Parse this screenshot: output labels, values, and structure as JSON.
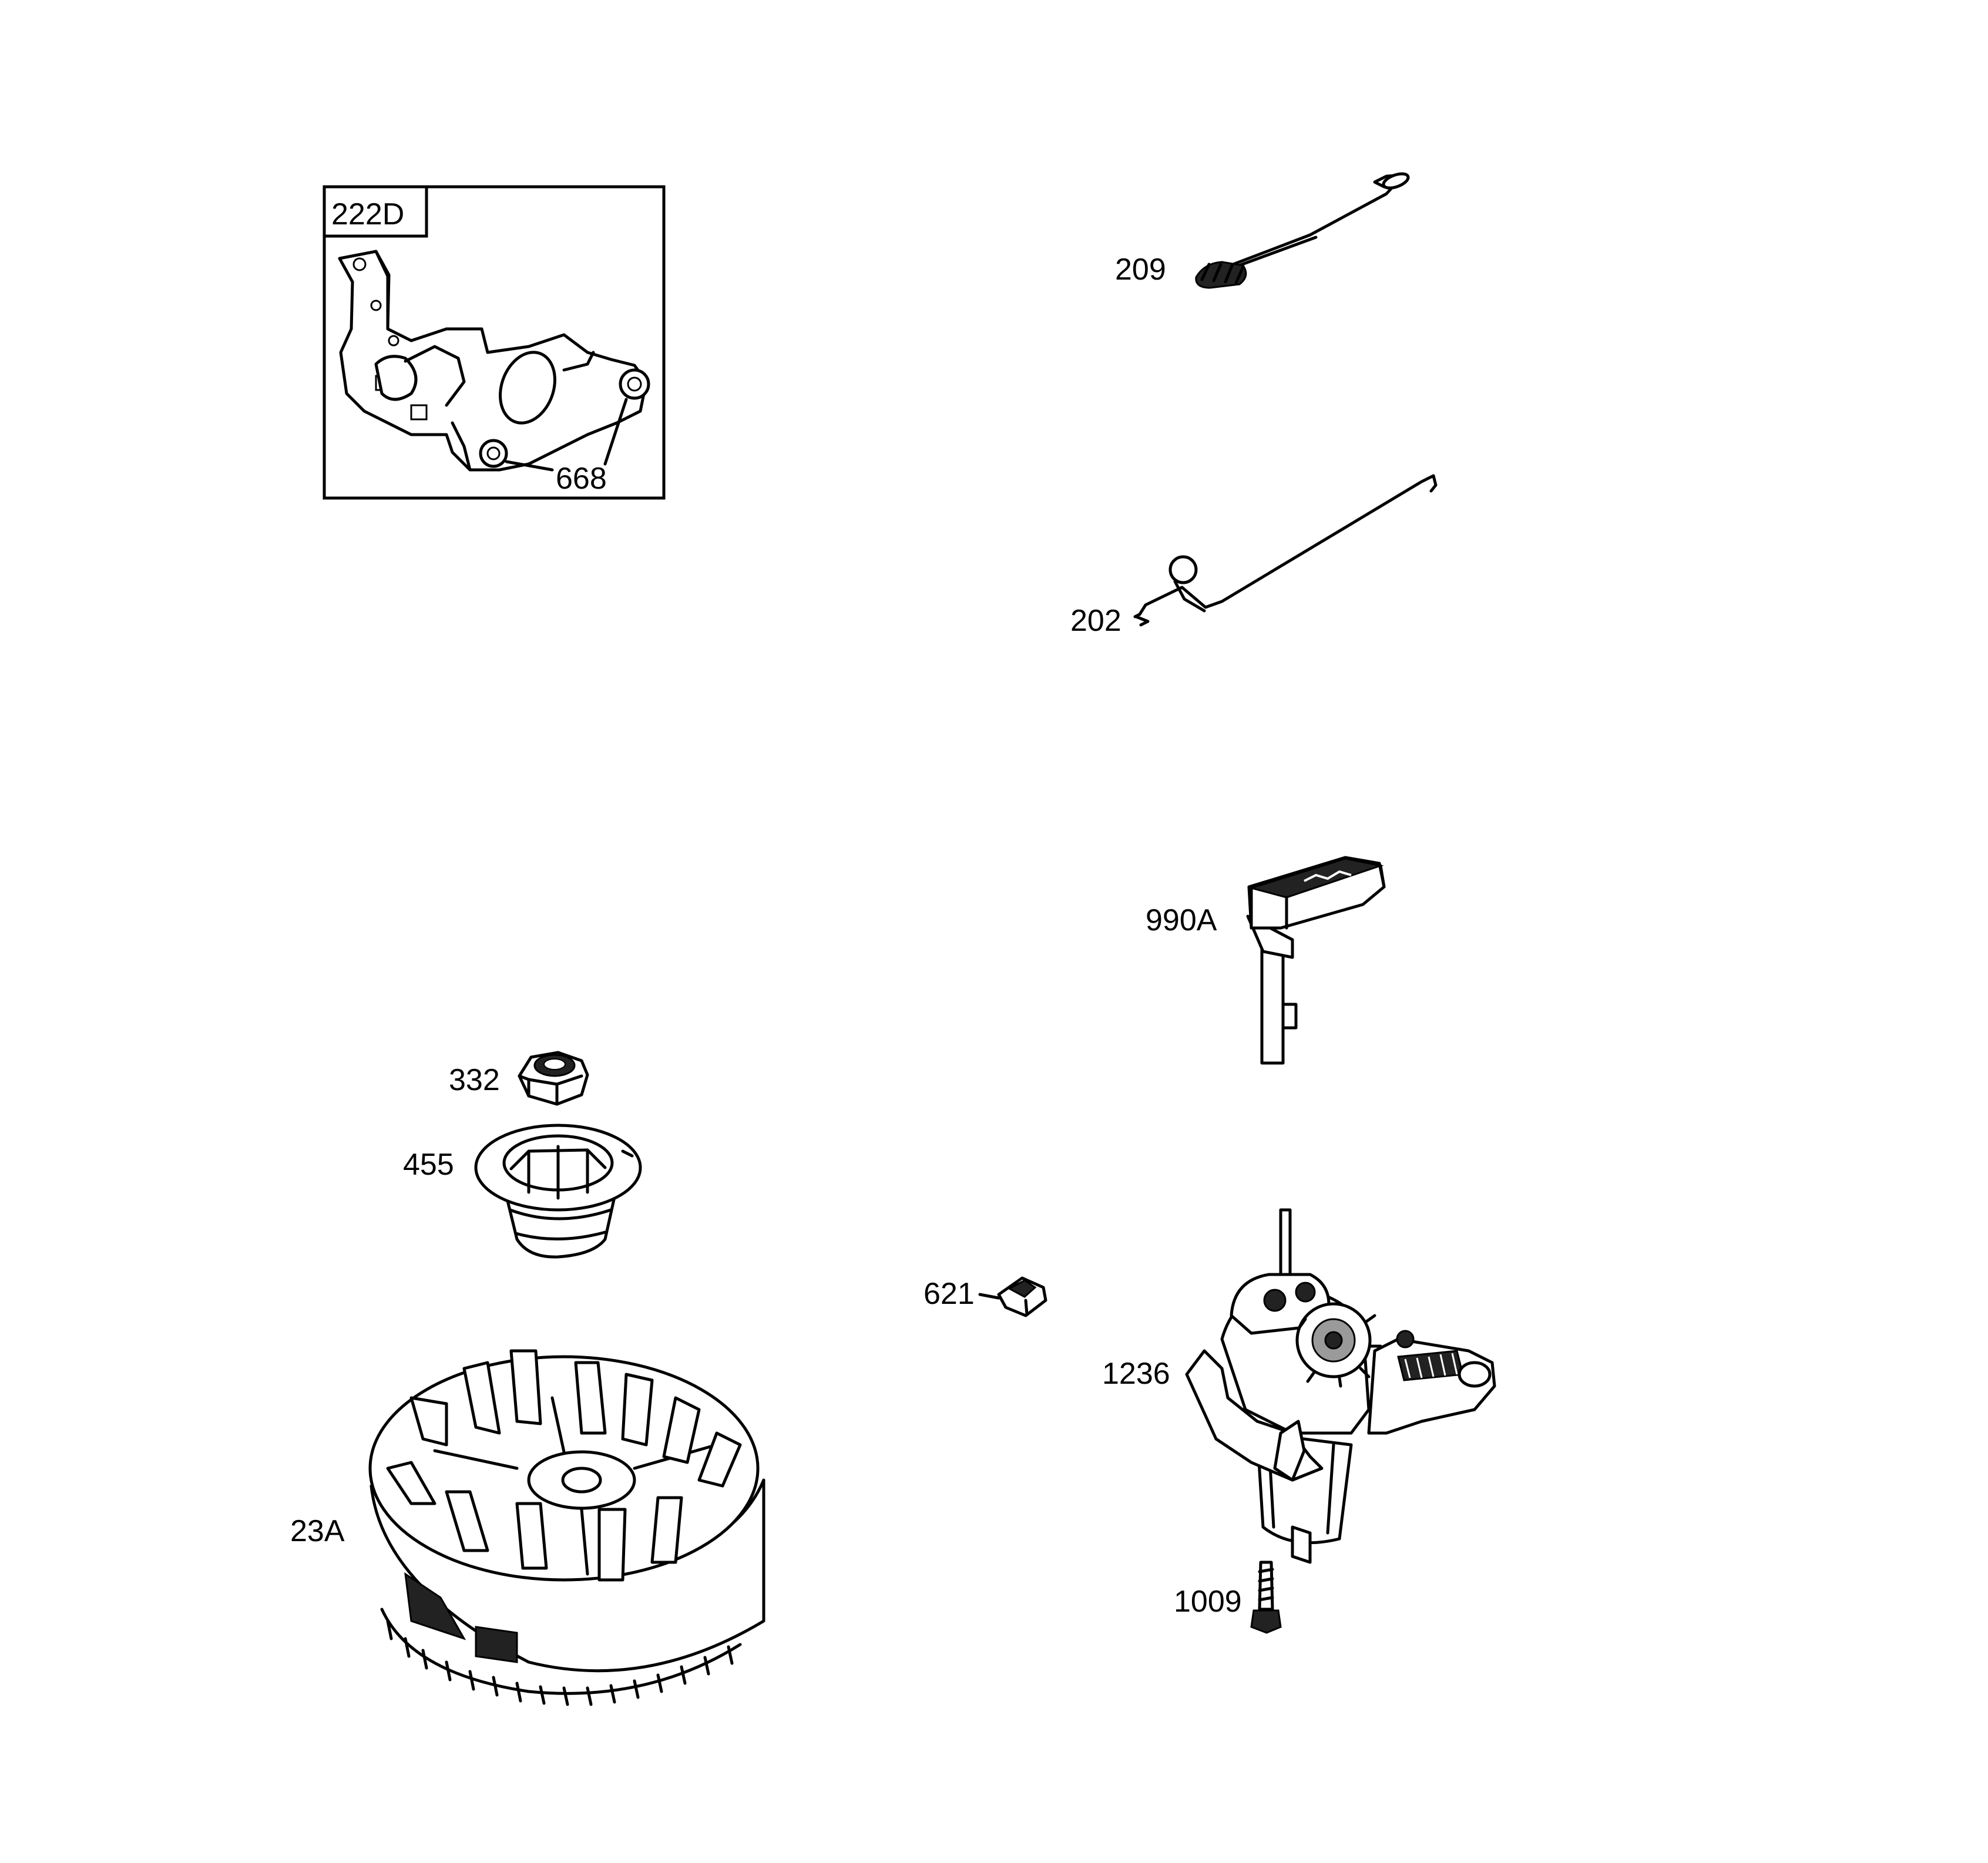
{
  "parts": [
    {
      "id": "222d",
      "label": "222D"
    },
    {
      "id": "668",
      "label": "668"
    },
    {
      "id": "209",
      "label": "209"
    },
    {
      "id": "202",
      "label": "202"
    },
    {
      "id": "990a",
      "label": "990A"
    },
    {
      "id": "332",
      "label": "332"
    },
    {
      "id": "455",
      "label": "455"
    },
    {
      "id": "621",
      "label": "621"
    },
    {
      "id": "1236",
      "label": "1236"
    },
    {
      "id": "23a",
      "label": "23A"
    },
    {
      "id": "1009",
      "label": "1009"
    }
  ]
}
